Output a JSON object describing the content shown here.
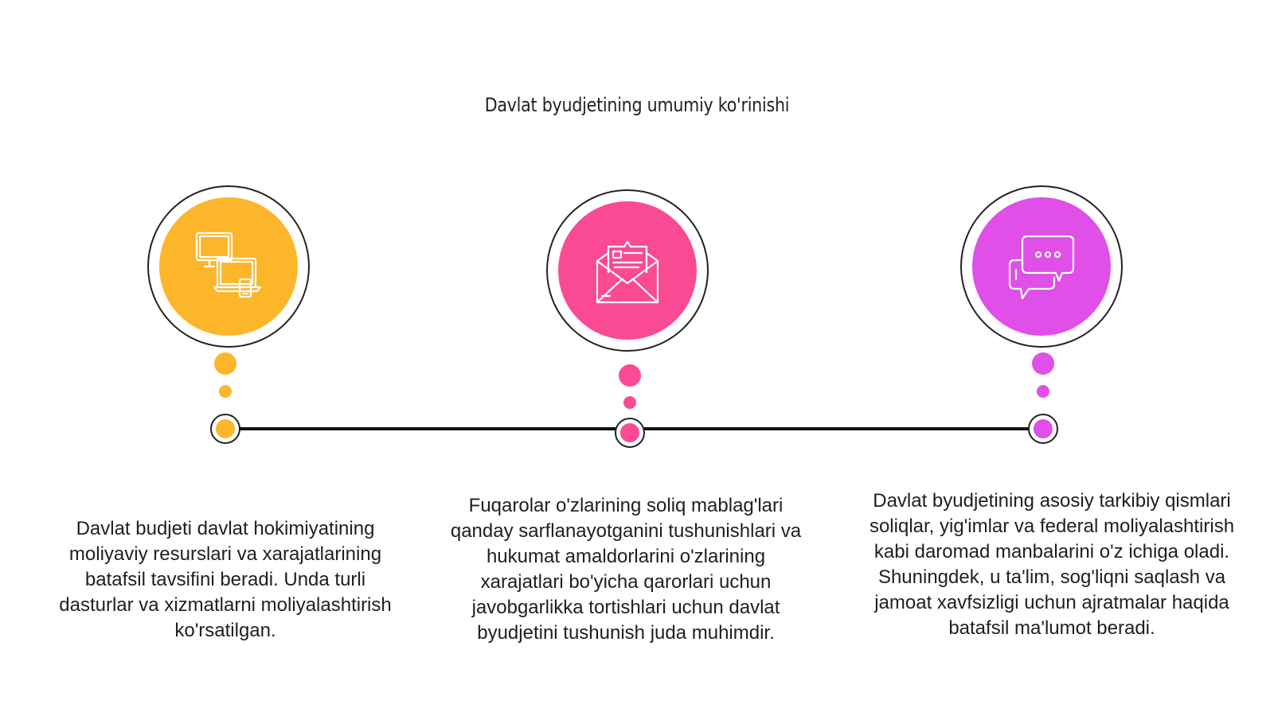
{
  "title": "Davlat byudjetining umumiy ko'rinishi",
  "colors": {
    "yellow": "#FDB52A",
    "pink": "#FA4A93",
    "magenta": "#E04FE8",
    "line": "#111111"
  },
  "steps": [
    {
      "icon": "devices-icon",
      "color": "#FDB52A",
      "text": "Davlat budjeti davlat hokimiyatining moliyaviy resurslari va xarajatlarining batafsil tavsifini beradi. Unda turli dasturlar va xizmatlarni moliyalashtirish ko'rsatilgan."
    },
    {
      "icon": "envelope-icon",
      "color": "#FA4A93",
      "text": "Fuqarolar o'zlarining soliq mablag'lari qanday sarflanayotganini tushunishlari va hukumat amaldorlarini o'zlarining xarajatlari bo'yicha qarorlari uchun javobgarlikka tortishlari uchun davlat byudjetini tushunish juda muhimdir."
    },
    {
      "icon": "chat-bubbles-icon",
      "color": "#E04FE8",
      "text": "Davlat byudjetining asosiy tarkibiy qismlari soliqlar, yig'imlar va federal moliyalashtirish kabi daromad manbalarini o'z ichiga oladi. Shuningdek, u ta'lim, sog'liqni saqlash va jamoat xavfsizligi uchun ajratmalar haqida batafsil ma'lumot beradi."
    }
  ]
}
